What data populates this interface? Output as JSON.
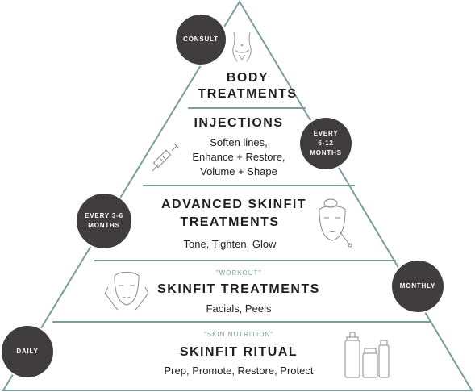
{
  "tiers": [
    {
      "title_line1": "BODY",
      "title_line2": "TREATMENTS",
      "badge": "CONSULT",
      "icon": "body-torso-icon"
    },
    {
      "title": "INJECTIONS",
      "lines": [
        "Soften lines,",
        "Enhance + Restore,",
        "Volume + Shape"
      ],
      "badge_lines": [
        "EVERY",
        "6-12",
        "MONTHS"
      ],
      "icon": "syringe-icon"
    },
    {
      "title_line1": "ADVANCED SKINFIT",
      "title_line2": "TREATMENTS",
      "subtitle": "Tone, Tighten, Glow",
      "badge_lines": [
        "EVERY 3-6",
        "MONTHS"
      ],
      "icon": "face-treatment-icon"
    },
    {
      "tag": "\"WORKOUT\"",
      "title": "SKINFIT TREATMENTS",
      "subtitle": "Facials, Peels",
      "badge": "MONTHLY",
      "icon": "face-hands-icon"
    },
    {
      "tag": "\"SKIN NUTRITION\"",
      "title": "SKINFIT RITUAL",
      "subtitle": "Prep, Promote, Restore, Protect",
      "badge": "DAILY",
      "icon": "skincare-bottles-icon"
    }
  ],
  "colors": {
    "outline": "#7a9e9a",
    "badge": "#3f3d3e",
    "tag": "#7aa09c"
  }
}
